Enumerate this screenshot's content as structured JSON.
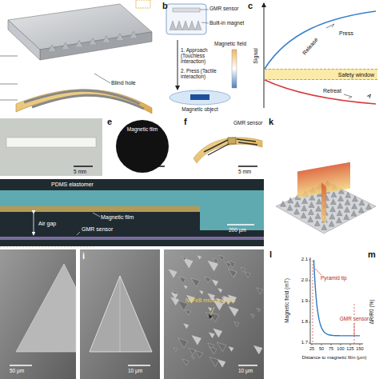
{
  "diagram": {
    "nodes": [
      {
        "text": [
          "Safety window"
        ]
      }
    ],
    "labels": [
      "b",
      "GMR sensor",
      "Built-in magnet",
      "Magnetic field",
      "1. Approach (Touchless interaction)",
      "2. Press (Tactile interaction)",
      "Magnetic object",
      "c",
      "Signal",
      "Press",
      "Release",
      "Retreat",
      "A",
      "e",
      "Magnetic film",
      "5 mm",
      "f",
      "GMR sensor",
      "5 mm",
      "k",
      "PDMS elastomer",
      "Magnetic film",
      "Air gap",
      "GMR sensor",
      "200 μm",
      "i",
      "50 μm",
      "10 μm",
      "NdFeB microparticles",
      "10 μm",
      "l",
      "Magnetic field (mT)",
      "2.1",
      "2.0",
      "1.9",
      "1.8",
      "1.7",
      "25",
      "50",
      "75",
      "100",
      "125",
      "150",
      "Distance to magnetic film (μm)",
      "Pyramid tip",
      "GMR sensor",
      "m",
      "ΔR/R0 (%)",
      "Blind hole"
    ]
  }
}
